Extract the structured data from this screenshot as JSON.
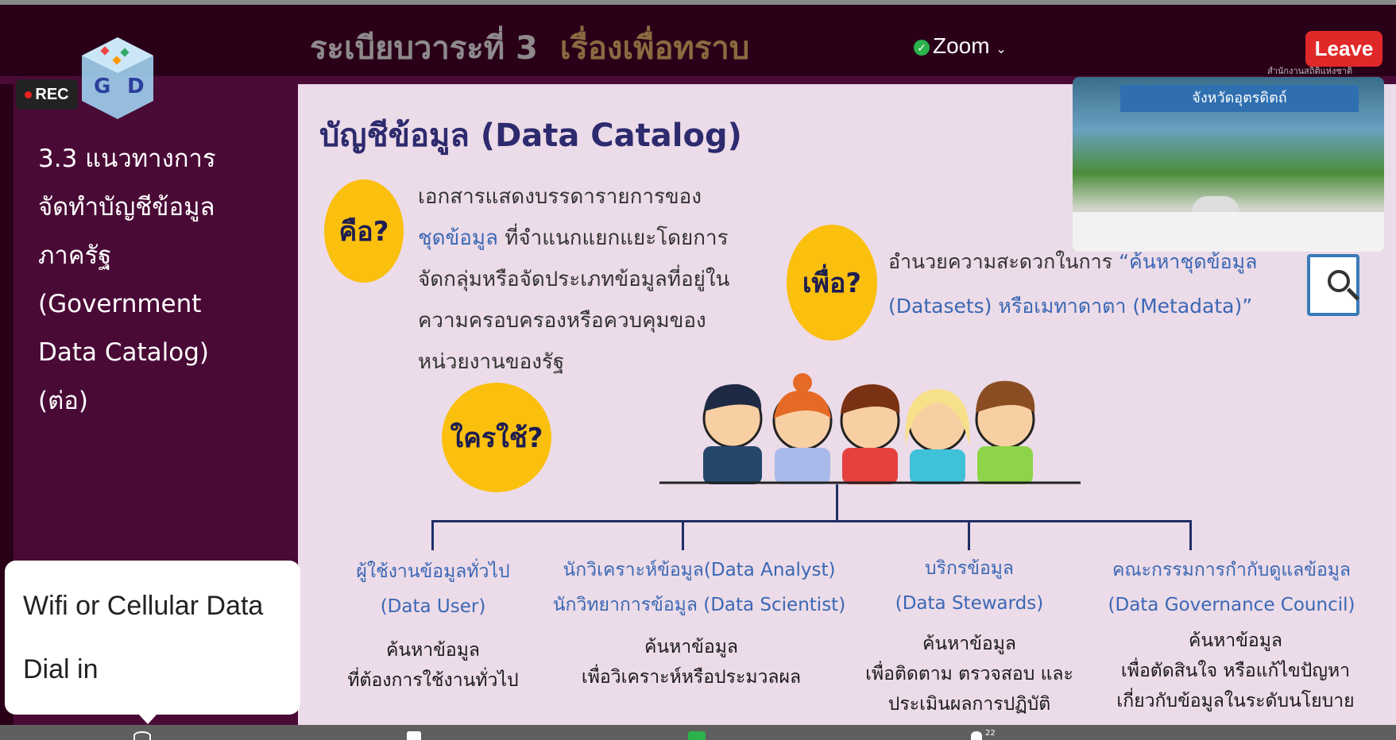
{
  "meeting": {
    "slide_header": "ระเบียบวาระที่ 3",
    "slide_header_2": "เรื่องเพื่อทราบ",
    "app_name": "Zoom",
    "leave_label": "Leave",
    "rec_label": "REC",
    "org_text": "สำนักงานสถิติแห่งชาติ",
    "participants_count": "22"
  },
  "sidebar": {
    "lines": [
      "3.3 แนวทางการ",
      "จัดทำบัญชีข้อมูล",
      "ภาครัฐ",
      "(Government",
      "Data Catalog)",
      "(ต่อ)"
    ]
  },
  "slide": {
    "title": "บัญชีข้อมูล (Data Catalog)",
    "what_label": "คือ?",
    "what_lines": [
      "เอกสารแสดงบรรดารายการของ",
      "ที่จำแนกแยกแยะโดยการ",
      "จัดกลุ่มหรือจัดประเภทข้อมูลที่อยู่ใน",
      "ความครอบครองหรือควบคุมของ",
      "หน่วยงานของรัฐ"
    ],
    "what_highlight": "ชุดข้อมูล",
    "why_label": "เพื่อ?",
    "why_line1": "อำนวยความสะดวกในการ",
    "why_highlight1": "“ค้นหาชุดข้อมูล",
    "why_highlight2": "(Datasets) หรือเมทาดาตา (Metadata)”",
    "who_label": "ใครใช้?",
    "video_banner": "จังหวัดอุตรดิตถ์",
    "users": [
      {
        "name": "ผู้ใช้งานข้อมูลทั่วไป",
        "name2": "(Data User)",
        "desc": [
          "ค้นหาข้อมูล",
          "ที่ต้องการใช้งานทั่วไป"
        ]
      },
      {
        "name": "นักวิเคราะห์ข้อมูล(Data Analyst)",
        "name2": "นักวิทยาการข้อมูล (Data Scientist)",
        "desc": [
          "ค้นหาข้อมูล",
          "เพื่อวิเคราะห์หรือประมวลผล"
        ]
      },
      {
        "name": "บริกรข้อมูล",
        "name2": "(Data Stewards)",
        "desc": [
          "ค้นหาข้อมูล",
          "เพื่อติดตาม ตรวจสอบ และ",
          "ประเมินผลการปฏิบัติ"
        ]
      },
      {
        "name": "คณะกรรมการกำกับดูแลข้อมูล",
        "name2": "(Data Governance Council)",
        "desc": [
          "ค้นหาข้อมูล",
          "เพื่อตัดสินใจ หรือแก้ไขปัญหา",
          "เกี่ยวกับข้อมูลในระดับนโยบาย"
        ]
      }
    ]
  },
  "audio_menu": {
    "options": [
      "Wifi or Cellular Data",
      "Dial in"
    ]
  },
  "colors": {
    "accent": "#fbbf0e",
    "leave": "#e02828",
    "sidebar": "#4a0a36"
  }
}
